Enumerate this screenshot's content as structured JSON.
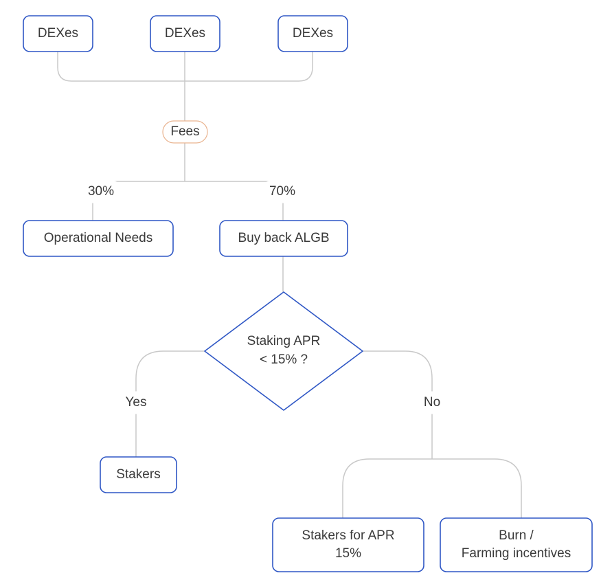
{
  "sources": [
    {
      "label": "DEXes"
    },
    {
      "label": "DEXes"
    },
    {
      "label": "DEXes"
    }
  ],
  "fees_label": "Fees",
  "split": {
    "left_pct": "30%",
    "right_pct": "70%"
  },
  "operational_label": "Operational Needs",
  "buyback_label": "Buy back ALGB",
  "decision": {
    "line1": "Staking APR",
    "line2": "< 15% ?"
  },
  "yes_label": "Yes",
  "no_label": "No",
  "stakers_label": "Stakers",
  "stakers_apr": {
    "line1": "Stakers for APR",
    "line2": "15%"
  },
  "burn": {
    "line1": "Burn /",
    "line2": "Farming incentives"
  },
  "colors": {
    "node_border": "#2f57c5",
    "edge": "#c9c9c9",
    "fees_border": "#e9b38f",
    "text": "#3a3a3a"
  }
}
